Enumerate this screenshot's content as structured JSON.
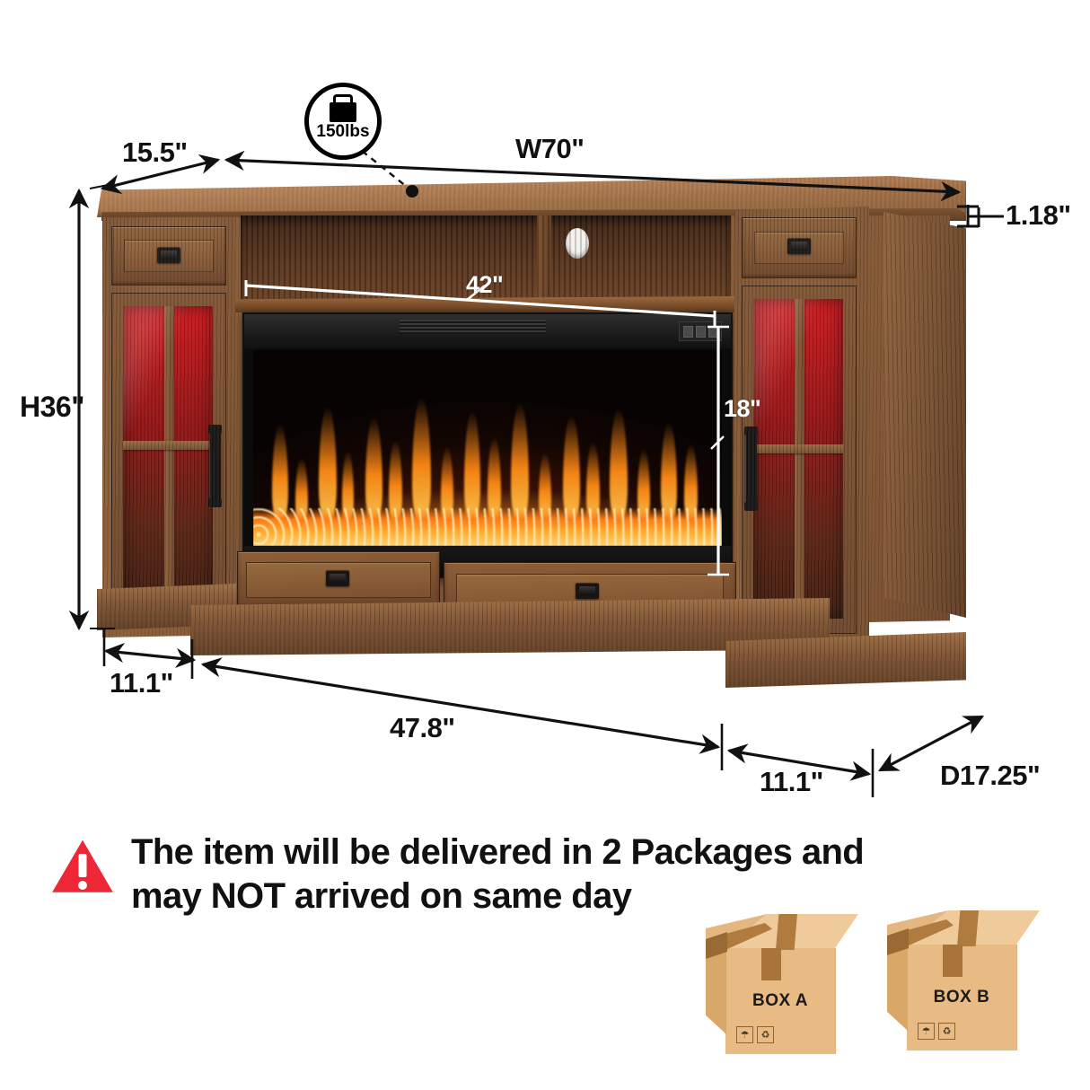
{
  "product": {
    "type": "electric-fireplace-tv-stand",
    "finish_color": "#7a5030",
    "top_color": "#a9764b",
    "led_color": "#c8161a"
  },
  "weight_badge": {
    "value": "150lbs",
    "icon": "weight-bag-icon"
  },
  "dimensions": {
    "depth_top": "15.5\"",
    "width_total": "W70\"",
    "top_thickness": "1.18\"",
    "height_total": "H36\"",
    "fireplace_width": "42\"",
    "fireplace_height": "18\"",
    "left_cabinet_width": "11.1\"",
    "center_width": "47.8\"",
    "right_cabinet_width": "11.1\"",
    "depth_total": "D17.25\""
  },
  "warning": {
    "icon": "warning-triangle-icon",
    "line1": "The item will be delivered in 2 Packages and",
    "line2": "may NOT arrived on same day",
    "color": "#ee2737"
  },
  "packages": [
    {
      "label": "BOX A",
      "marks": [
        "☂",
        "♻"
      ]
    },
    {
      "label": "BOX B",
      "marks": [
        "☂",
        "♻"
      ]
    }
  ]
}
